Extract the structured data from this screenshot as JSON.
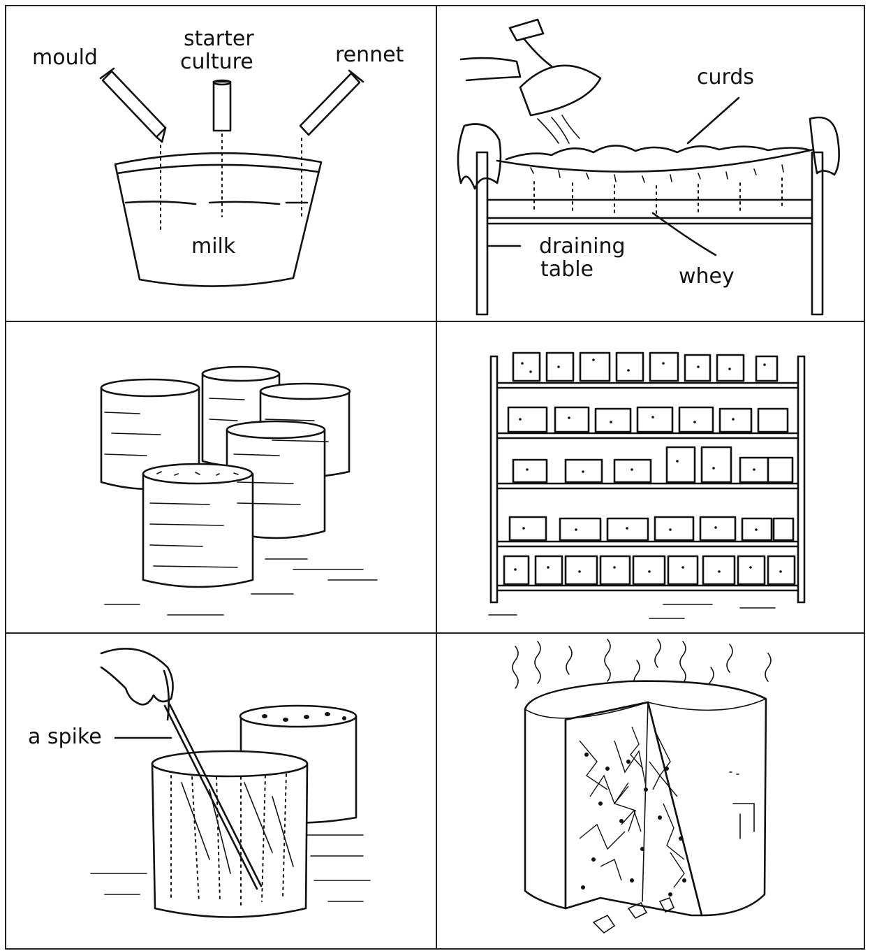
{
  "labels": {
    "mould": "mould",
    "starter_culture_line1": "starter",
    "starter_culture_line2": "culture",
    "rennet": "rennet",
    "milk": "milk",
    "curds": "curds",
    "draining_table_line1": "draining",
    "draining_table_line2": "table",
    "whey": "whey",
    "spike": "a spike"
  }
}
